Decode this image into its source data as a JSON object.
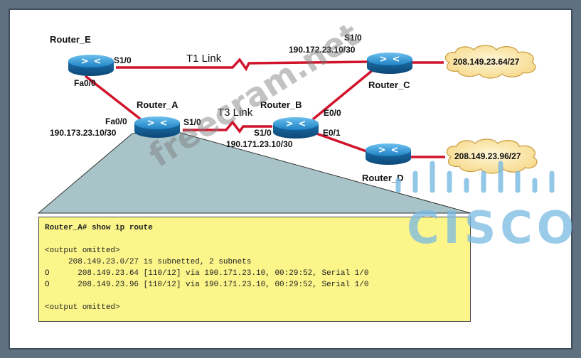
{
  "routers": {
    "e": {
      "name": "Router_E",
      "s10": "S1/0",
      "fa00": "Fa0/0"
    },
    "a": {
      "name": "Router_A",
      "fa00": "Fa0/0",
      "fa_ip": "190.173.23.10/30",
      "s10": "S1/0"
    },
    "b": {
      "name": "Router_B",
      "e00": "E0/0",
      "e01": "E0/1",
      "s10": "S1/0",
      "s_ip": "190.171.23.10/30"
    },
    "c": {
      "name": "Router_C",
      "s10": "S1/0",
      "s_ip": "190.172.23.10/30"
    },
    "d": {
      "name": "Router_D"
    }
  },
  "links": {
    "t1": "T1 Link",
    "t3": "T3 Link"
  },
  "clouds": {
    "c": "208.149.23.64/27",
    "d": "208.149.23.96/27"
  },
  "console": [
    "Router_A# show ip route",
    "",
    "<output omitted>",
    "     208.149.23.0/27 is subnetted, 2 subnets",
    "O      208.149.23.64 [110/12] via 190.171.23.10, 00:29:52, Serial 1/0",
    "O      208.149.23.96 [110/12] via 190.171.23.10, 00:29:52, Serial 1/0",
    "",
    "<output omitted>"
  ],
  "watermark": "freecram.net",
  "logo": "CISCO"
}
